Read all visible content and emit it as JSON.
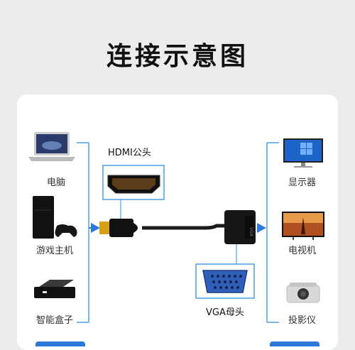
{
  "title": "连接示意图",
  "left_devices": [
    {
      "label": "电脑",
      "icon": "laptop-icon"
    },
    {
      "label": "游戏主机",
      "icon": "game-console-icon"
    },
    {
      "label": "智能盒子",
      "icon": "smart-box-icon"
    }
  ],
  "right_devices": [
    {
      "label": "显示器",
      "icon": "monitor-icon"
    },
    {
      "label": "电视机",
      "icon": "tv-icon"
    },
    {
      "label": "投影仪",
      "icon": "projector-icon"
    }
  ],
  "hdmi_label": "HDMI公头",
  "vga_label": "VGA母头",
  "colors": {
    "accent": "#2b79d8",
    "bracket": "#4a9ee8",
    "cable": "#1a1a1a",
    "hdmi_tip": "#d4a017",
    "vga_port": "#2f5fb8"
  }
}
